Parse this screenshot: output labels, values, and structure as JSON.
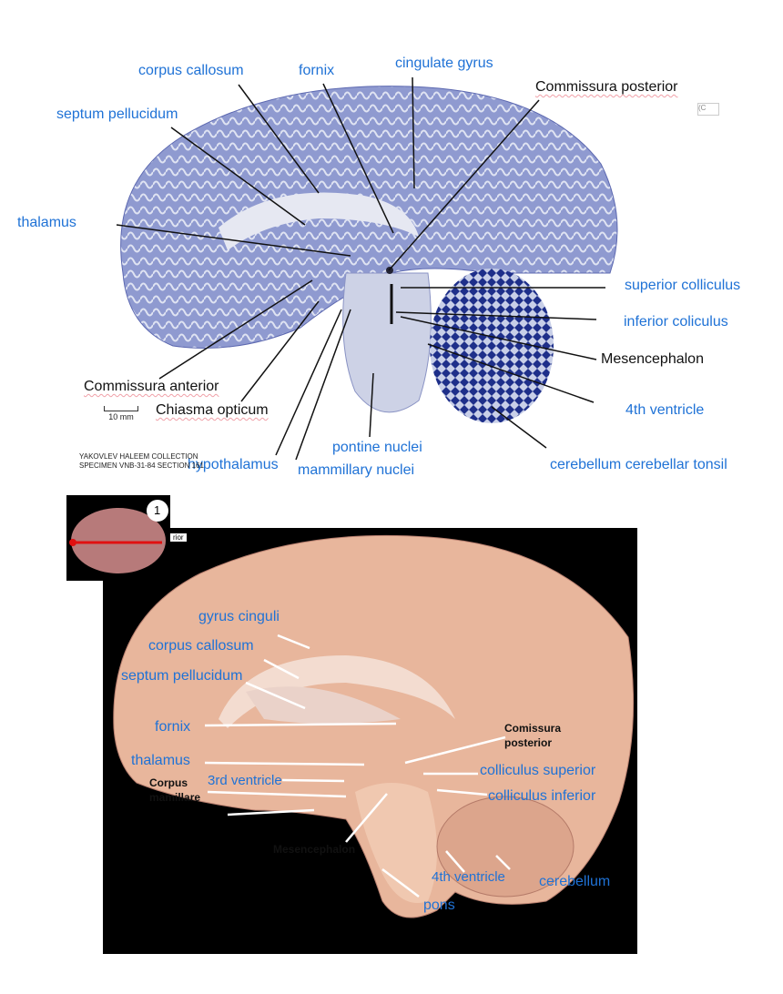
{
  "top_figure": {
    "labels": {
      "corpus_callosum": "corpus callosum",
      "fornix": "fornix",
      "cingulate_gyrus": "cingulate gyrus",
      "commissura_posterior": "Commissura posterior",
      "septum_pellucidum": "septum pellucidum",
      "thalamus": "thalamus",
      "superior_colliculus": "superior colliculus",
      "inferior_coliculus": "inferior coliculus",
      "mesencephalon": "Mesencephalon",
      "commissura_anterior": "Commissura anterior",
      "chiasma_opticum": "Chiasma opticum",
      "fourth_ventricle": "4th ventricle",
      "pontine_nuclei": "pontine nuclei",
      "hypothalamus": "hypothalamus",
      "mammillary_nuclei": "mammillary nuclei",
      "cerebellum_tonsil": "cerebellum cerebellar tonsil"
    },
    "scale_label": "10 mm",
    "credit_line1": "YAKOVLEV HALEEM COLLECTION",
    "credit_line2": "SPECIMEN VNB-31-84 SECTION 161",
    "icon_text": "(C"
  },
  "bottom_figure": {
    "thumb_number": "1",
    "thumb_tag": "rior",
    "labels": {
      "gyrus_cinguli": "gyrus cinguli",
      "corpus_callosum": "corpus callosum",
      "septum_pellucidum": "septum pellucidum",
      "fornix": "fornix",
      "thalamus": "thalamus",
      "corpus_mamillare_1": "Corpus",
      "corpus_mamillare_2": "mamillare",
      "third_ventricle": "3rd ventricle",
      "comissura_posterior_1": "Comissura",
      "comissura_posterior_2": "posterior",
      "colliculus_superior": "colliculus superior",
      "colliculus_inferior": "colliculus inferior",
      "mesencephalon": "Mesencephalon",
      "fourth_ventricle": "4th ventricle",
      "cerebellum": "cerebellum",
      "pons": "pons"
    }
  }
}
